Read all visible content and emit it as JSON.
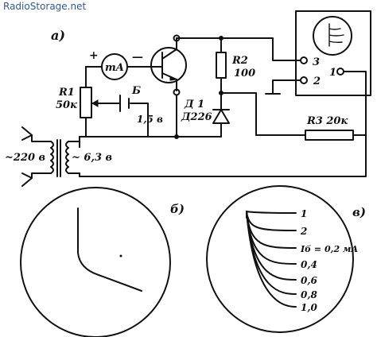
{
  "watermark": "RadioStorage.net",
  "panels": {
    "a": "а)",
    "b": "б)",
    "c": "в)"
  },
  "components": {
    "meter": "mA",
    "meter_plus": "+",
    "meter_minus": "—",
    "r1_name": "R1",
    "r1_value": "50к",
    "battery_name": "Б",
    "battery_value": "1,5 в",
    "r2_name": "R2",
    "r2_value": "100",
    "d1_name": "Д 1",
    "d1_value": "Д226",
    "r3": "R3 20к",
    "supply": "~220 в",
    "secondary": "~ 6,3 в"
  },
  "terminals": {
    "t1": "1",
    "t2": "2",
    "t3": "3"
  },
  "curves": {
    "labels": [
      "1",
      "2",
      "Iб = 0,2 мА",
      "0,4",
      "0,6",
      "0,8",
      "1,0"
    ]
  }
}
